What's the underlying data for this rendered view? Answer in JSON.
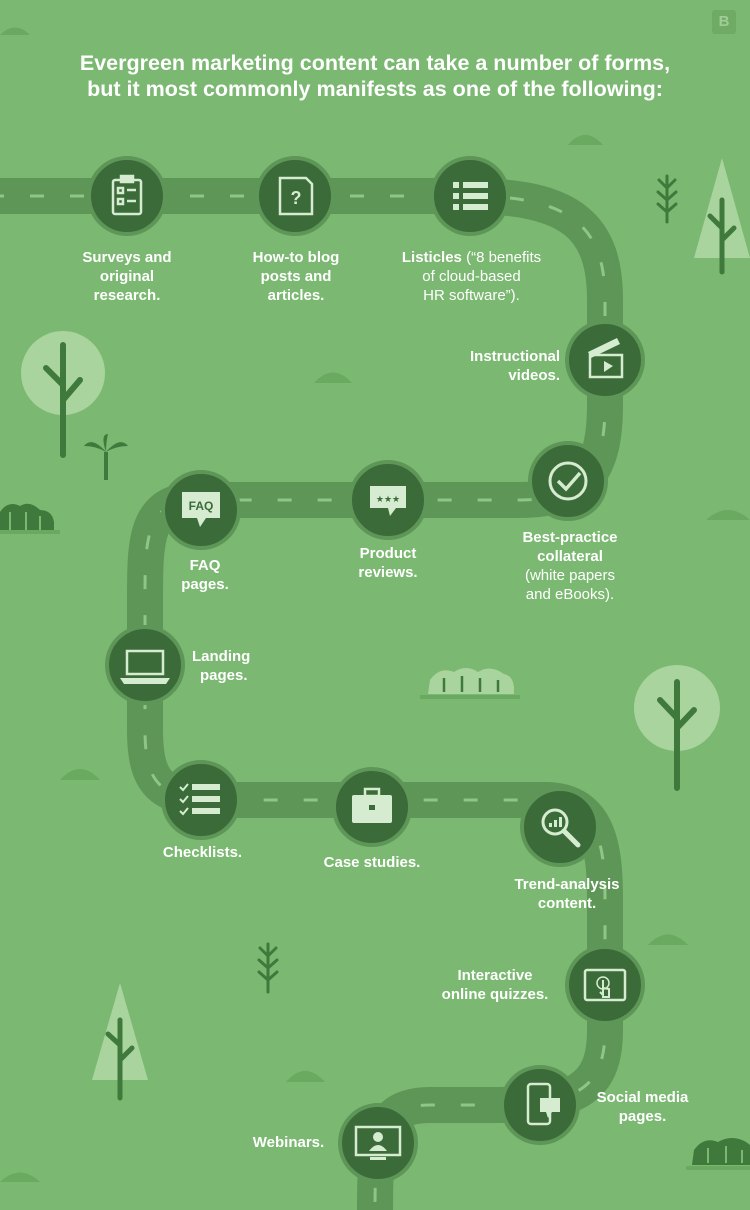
{
  "brand": {
    "badge": "B"
  },
  "headline": {
    "line1": "Evergreen marketing content can take a number of forms,",
    "line2": "but it most commonly manifests as one of the following:"
  },
  "colors": {
    "background": "#7bb871",
    "road": "#5e9658",
    "road_dash": "#8fc585",
    "icon_circle": "#3a6b39",
    "icon_ring": "#5e9658",
    "tree_light": "#a9d49e",
    "tree_dark": "#3f7a3c",
    "text": "#ffffff"
  },
  "items": [
    {
      "id": "surveys",
      "icon": "clipboard-icon",
      "lines": [
        "Surveys and",
        "original",
        "research."
      ]
    },
    {
      "id": "howto",
      "icon": "question-document-icon",
      "lines": [
        "How-to blog",
        "posts and",
        "articles."
      ]
    },
    {
      "id": "listicles",
      "icon": "list-icon",
      "lines": [
        "Listicles (“8 benefits",
        "of cloud-based",
        "HR software”)."
      ]
    },
    {
      "id": "videos",
      "icon": "clapperboard-icon",
      "lines": [
        "Instructional",
        "videos."
      ]
    },
    {
      "id": "bestpractice",
      "icon": "checkmark-icon",
      "lines": [
        "Best-practice",
        "collateral"
      ],
      "sub": [
        "(white papers",
        "and eBooks)."
      ]
    },
    {
      "id": "reviews",
      "icon": "rating-bubble-icon",
      "lines": [
        "Product",
        "reviews."
      ]
    },
    {
      "id": "faq",
      "icon": "faq-bubble-icon",
      "icon_text": "FAQ",
      "lines": [
        "FAQ",
        "pages."
      ]
    },
    {
      "id": "landing",
      "icon": "laptop-icon",
      "lines": [
        "Landing",
        "pages."
      ]
    },
    {
      "id": "checklists",
      "icon": "checklist-icon",
      "lines": [
        "Checklists."
      ]
    },
    {
      "id": "casestudies",
      "icon": "briefcase-icon",
      "lines": [
        "Case studies."
      ]
    },
    {
      "id": "trend",
      "icon": "magnifier-chart-icon",
      "lines": [
        "Trend-analysis",
        "content."
      ]
    },
    {
      "id": "quizzes",
      "icon": "touch-tablet-icon",
      "lines": [
        "Interactive",
        "online quizzes."
      ]
    },
    {
      "id": "social",
      "icon": "phone-chat-icon",
      "lines": [
        "Social media",
        "pages."
      ]
    },
    {
      "id": "webinars",
      "icon": "monitor-user-icon",
      "lines": [
        "Webinars."
      ]
    }
  ]
}
